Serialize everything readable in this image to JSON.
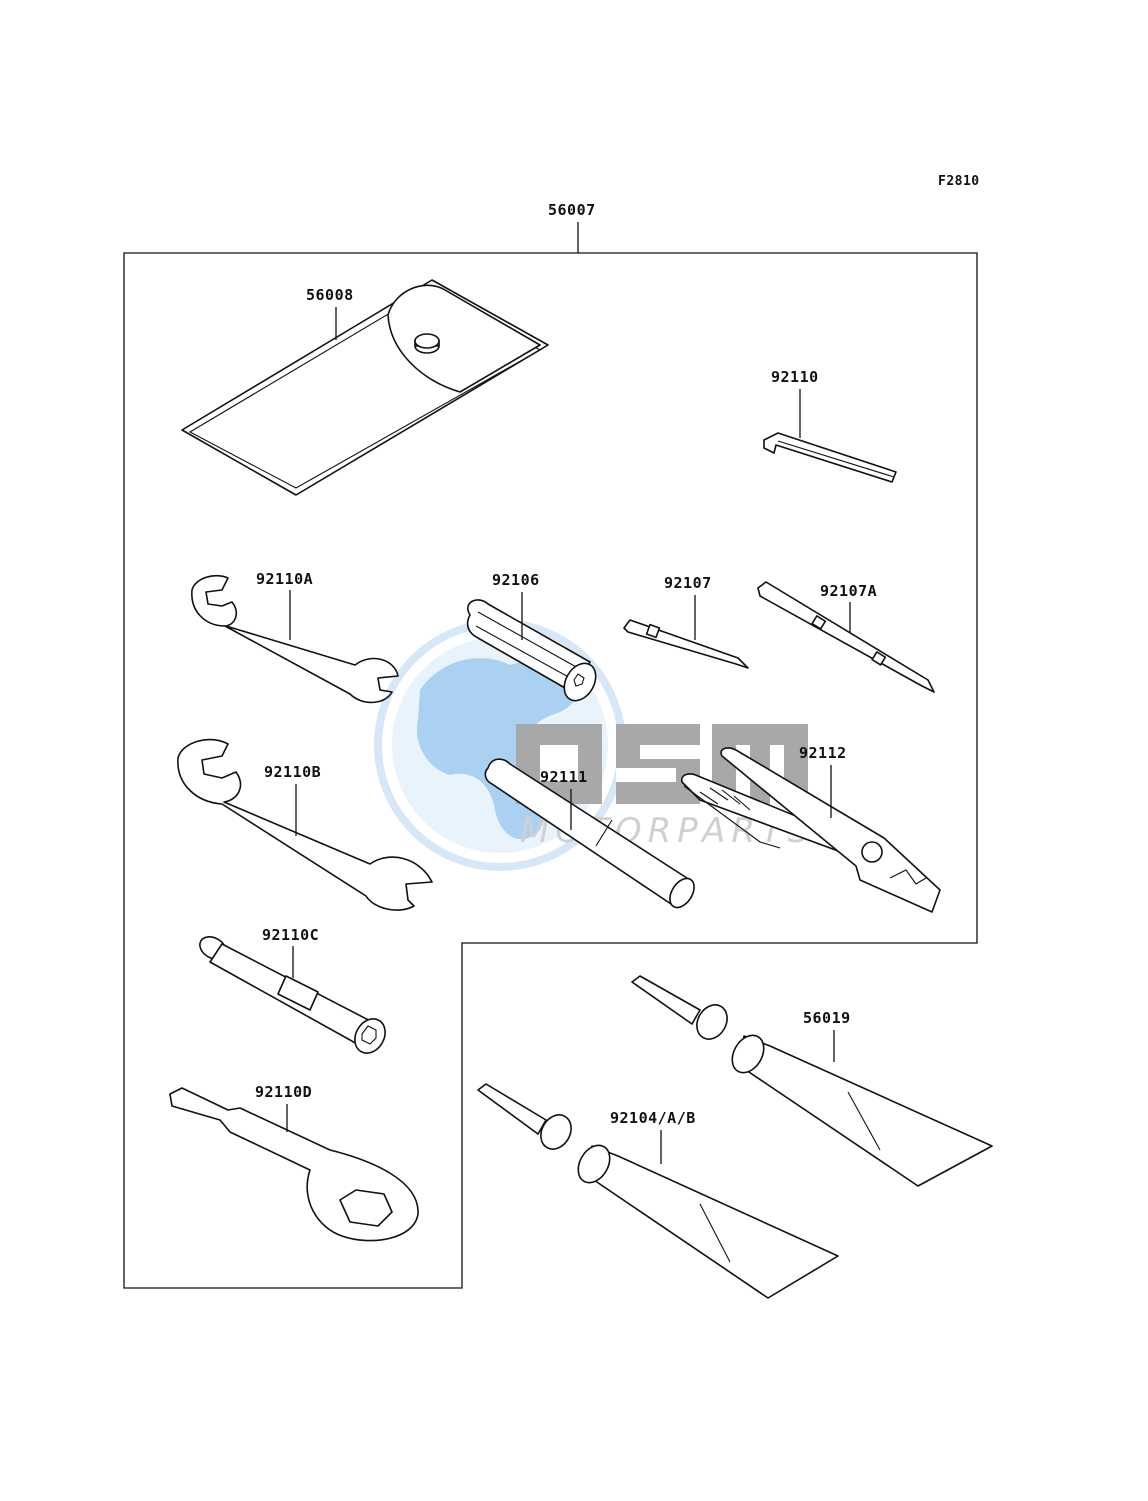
{
  "figure_id": "F2810",
  "assembly_label": "56007",
  "parts": {
    "pouch": "56008",
    "hex_key": "92110",
    "wrench_a": "92110A",
    "plug_tool": "92106",
    "screwdriver": "92107",
    "screwdriver_a": "92107A",
    "wrench_b": "92110B",
    "extension_bar": "92111",
    "pliers": "92112",
    "socket_wrench_c": "92110C",
    "ring_wrench_d": "92110D",
    "grease_tube_1": "56019",
    "grease_tube_2": "92104/A/B"
  },
  "watermark": {
    "logo_text": "OSM",
    "sub_text": "MOTORPARTS",
    "globe_color": "#9cc9ef",
    "text_color": "#c8c8c8"
  }
}
